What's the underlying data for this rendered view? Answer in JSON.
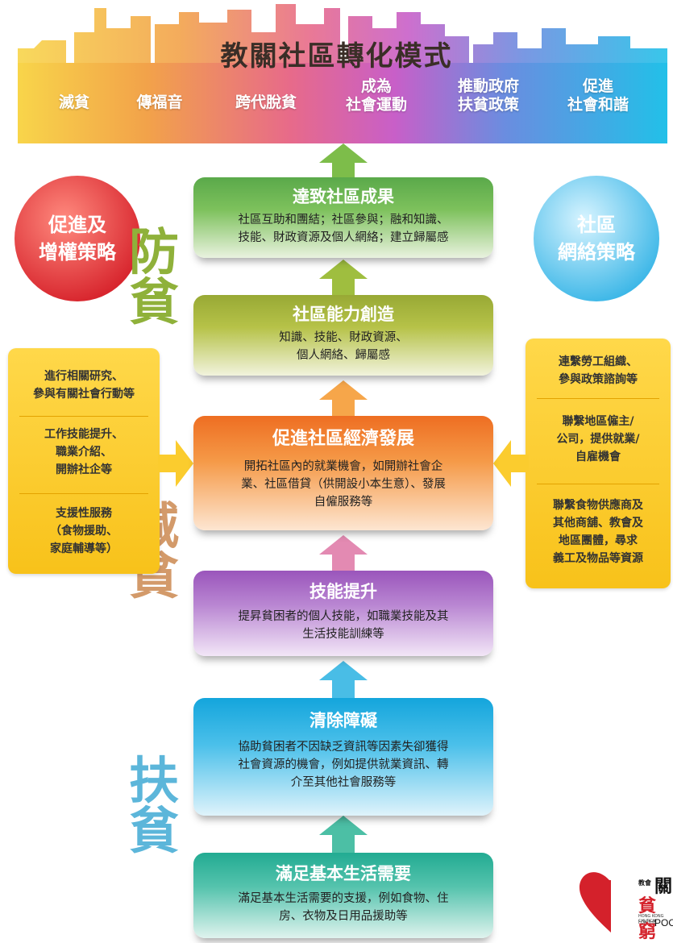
{
  "banner": {
    "title": "教關社區轉化模式",
    "goals": [
      {
        "line1": "滅貧",
        "line2": ""
      },
      {
        "line1": "傳福音",
        "line2": ""
      },
      {
        "line1": "跨代脫貧",
        "line2": ""
      },
      {
        "line1": "成為",
        "line2": "社會運動"
      },
      {
        "line1": "推動政府",
        "line2": "扶貧政策"
      },
      {
        "line1": "促進",
        "line2": "社會和諧"
      }
    ]
  },
  "strategies": {
    "left": {
      "line1": "促進及",
      "line2": "增權策略"
    },
    "right": {
      "line1": "社區",
      "line2": "網絡策略"
    }
  },
  "stages": {
    "prevent": "防貧",
    "reduce": "減貧",
    "support": "扶貧"
  },
  "steps": [
    {
      "title": "達致社區成果",
      "line1": "社區互助和團結；社區參與；融和知識、",
      "line2": "技能、財政資源及個人網絡；建立歸屬感",
      "line3": ""
    },
    {
      "title": "社區能力創造",
      "line1": "知識、技能、財政資源、",
      "line2": "個人網絡、歸屬感",
      "line3": ""
    },
    {
      "title": "促進社區經濟發展",
      "line1": "開拓社區內的就業機會，如開辦社會企",
      "line2": "業、社區借貸（供開設小本生意）、發展",
      "line3": "自僱服務等"
    },
    {
      "title": "技能提升",
      "line1": "提昇貧困者的個人技能，如職業技能及其",
      "line2": "生活技能訓練等",
      "line3": ""
    },
    {
      "title": "清除障礙",
      "line1": "協助貧困者不因缺乏資訊等因素失卻獲得",
      "line2": "社會資源的機會，例如提供就業資訊、轉",
      "line3": "介至其他社會服務等"
    },
    {
      "title": "滿足基本生活需要",
      "line1": "滿足基本生活需要的支援，例如食物、住",
      "line2": "房、衣物及日用品援助等",
      "line3": ""
    }
  ],
  "left_panel": [
    {
      "line1": "進行相關研究、",
      "line2": "參與有關社會行動等",
      "line3": ""
    },
    {
      "line1": "工作技能提升、",
      "line2": "職業介紹、",
      "line3": "開辦社企等"
    },
    {
      "line1": "支援性服務",
      "line2": "（食物援助、",
      "line3": "家庭輔導等）"
    }
  ],
  "right_panel": [
    {
      "line1": "連繫勞工組織、",
      "line2": "參與政策諮詢等",
      "line3": "",
      "line4": ""
    },
    {
      "line1": "聯繫地區僱主/",
      "line2": "公司，提供就業/",
      "line3": "自雇機會",
      "line4": ""
    },
    {
      "line1": "聯繫食物供應商及",
      "line2": "其他商舖、教會及",
      "line3": "地區團體，尋求",
      "line4": "義工及物品等資源"
    }
  ],
  "logo": {
    "line1": "教會",
    "line2": "關",
    "line3": "貧窮",
    "line4": "HONG KONG CHURCH",
    "line5": "FOR THE",
    "line6": "POO"
  },
  "colors": {
    "step1": "#63b146",
    "step2": "#a4b33a",
    "step3": "#f27d2a",
    "step4": "#a666c4",
    "step5": "#20aee0",
    "step6": "#35b39b",
    "side_panel": "#fbcc2e",
    "logo_red": "#d4212b"
  }
}
